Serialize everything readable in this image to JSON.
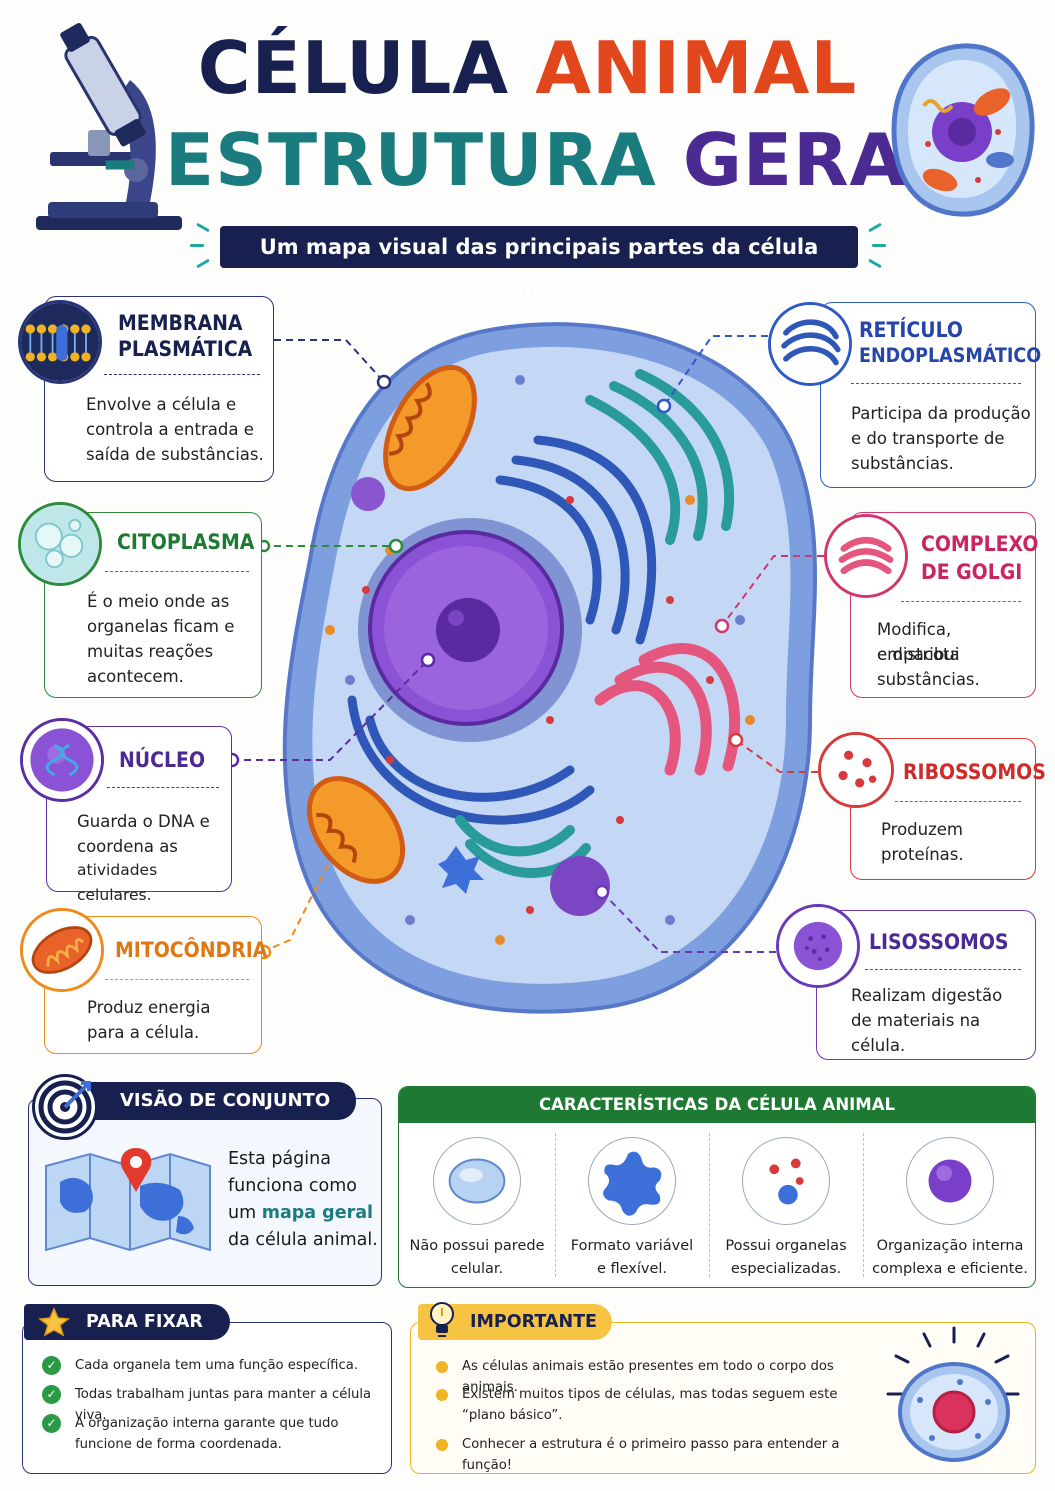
{
  "header": {
    "title_line1_a": "CÉLULA",
    "title_line1_b": "ANIMAL",
    "title_line2_a": "– ESTRUTURA",
    "title_line2_b": "GERAL",
    "subtitle": "Um mapa visual das principais partes da célula animal."
  },
  "organelles": {
    "membrana": {
      "name_1": "MEMBRANA",
      "name_2": "PLASMÁTICA",
      "desc_1": "Envolve a célula e",
      "desc_2": "controla a entrada e",
      "desc_3": "saída de substâncias."
    },
    "citoplasma": {
      "name": "CITOPLASMA",
      "desc_1": "É o meio onde as",
      "desc_2": "organelas ficam e",
      "desc_3": "muitas reações",
      "desc_4": "acontecem."
    },
    "nucleo": {
      "name": "NÚCLEO",
      "desc_1": "Guarda o DNA e",
      "desc_2": "coordena as",
      "desc_3": "atividades celulares."
    },
    "mitocondria": {
      "name": "MITOCÔNDRIA",
      "desc_1": "Produz energia",
      "desc_2": "para a célula."
    },
    "reticulo": {
      "name_1": "RETÍCULO",
      "name_2": "ENDOPLASMÁTICO",
      "desc_1": "Participa da produção",
      "desc_2": "e do transporte de",
      "desc_3": "substâncias."
    },
    "golgi": {
      "name_1": "COMPLEXO",
      "name_2": "DE GOLGI",
      "desc_1": "Modifica, empacota",
      "desc_2": "e distribui",
      "desc_3": "substâncias."
    },
    "ribossomos": {
      "name": "RIBOSSOMOS",
      "desc_1": "Produzem",
      "desc_2": "proteínas."
    },
    "lisossomos": {
      "name": "LISOSSOMOS",
      "desc_1": "Realizam digestão",
      "desc_2": "de materiais na",
      "desc_3": "célula."
    }
  },
  "overview": {
    "title": "VISÃO DE CONJUNTO",
    "text_before": "Esta página funciona como um ",
    "text_highlight": "mapa geral",
    "text_after": " da célula animal."
  },
  "traits": {
    "title": "CARACTERÍSTICAS DA CÉLULA ANIMAL",
    "items": [
      {
        "line1": "Não possui parede",
        "line2": "celular."
      },
      {
        "line1": "Formato variável",
        "line2": "e flexível."
      },
      {
        "line1": "Possui organelas",
        "line2": "especializadas."
      },
      {
        "line1": "Organização interna",
        "line2": "complexa e eficiente."
      }
    ]
  },
  "fix": {
    "title": "PARA FIXAR",
    "items": [
      "Cada organela tem uma função específica.",
      "Todas trabalham juntas para manter a célula viva.",
      "A organização interna garante que tudo funcione de forma coordenada."
    ]
  },
  "important": {
    "title": "IMPORTANTE",
    "items": [
      "As células animais estão presentes em todo o corpo dos animais.",
      "Existem muitos tipos de células, mas todas seguem este “plano básico”.",
      "Conhecer a estrutura é o primeiro passo para entender a função!"
    ]
  },
  "colors": {
    "navy": "#17204f",
    "orange": "#e2461d",
    "teal": "#1b7c80",
    "purple": "#4b2a92",
    "green": "#1e7a33",
    "pink": "#c92562",
    "red": "#cf2b2b",
    "yellow": "#f0b323"
  },
  "icons": [
    "microscope-icon",
    "cell-thumbnail-icon",
    "target-icon",
    "map-icon",
    "star-icon",
    "lightbulb-icon",
    "check-icon",
    "highlighted-cell-icon"
  ]
}
